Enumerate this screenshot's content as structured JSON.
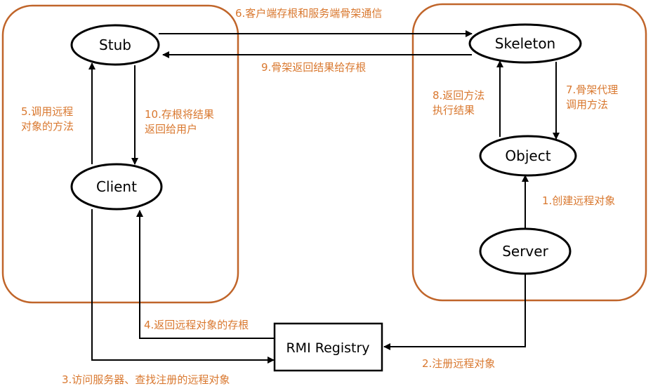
{
  "colors": {
    "group_border": "#c0652a",
    "label_text": "#d9782f",
    "node_stroke": "#000000"
  },
  "nodes": {
    "stub": "Stub",
    "skeleton": "Skeleton",
    "client": "Client",
    "object": "Object",
    "server": "Server",
    "registry": "RMI Registry"
  },
  "edges": {
    "e1": "1.创建远程对象",
    "e2": "2.注册远程对象",
    "e3": "3.访问服务器、查找注册的远程对象",
    "e4": "4.返回远程对象的存根",
    "e5": [
      "5.调用远程",
      "对象的方法"
    ],
    "e6": "6.客户端存根和服务端骨架通信",
    "e7": [
      "7.骨架代理",
      "调用方法"
    ],
    "e8": [
      "8.返回方法",
      "执行结果"
    ],
    "e9": "9.骨架返回结果给存根",
    "e10": [
      "10.存根将结果",
      "返回给用户"
    ]
  }
}
